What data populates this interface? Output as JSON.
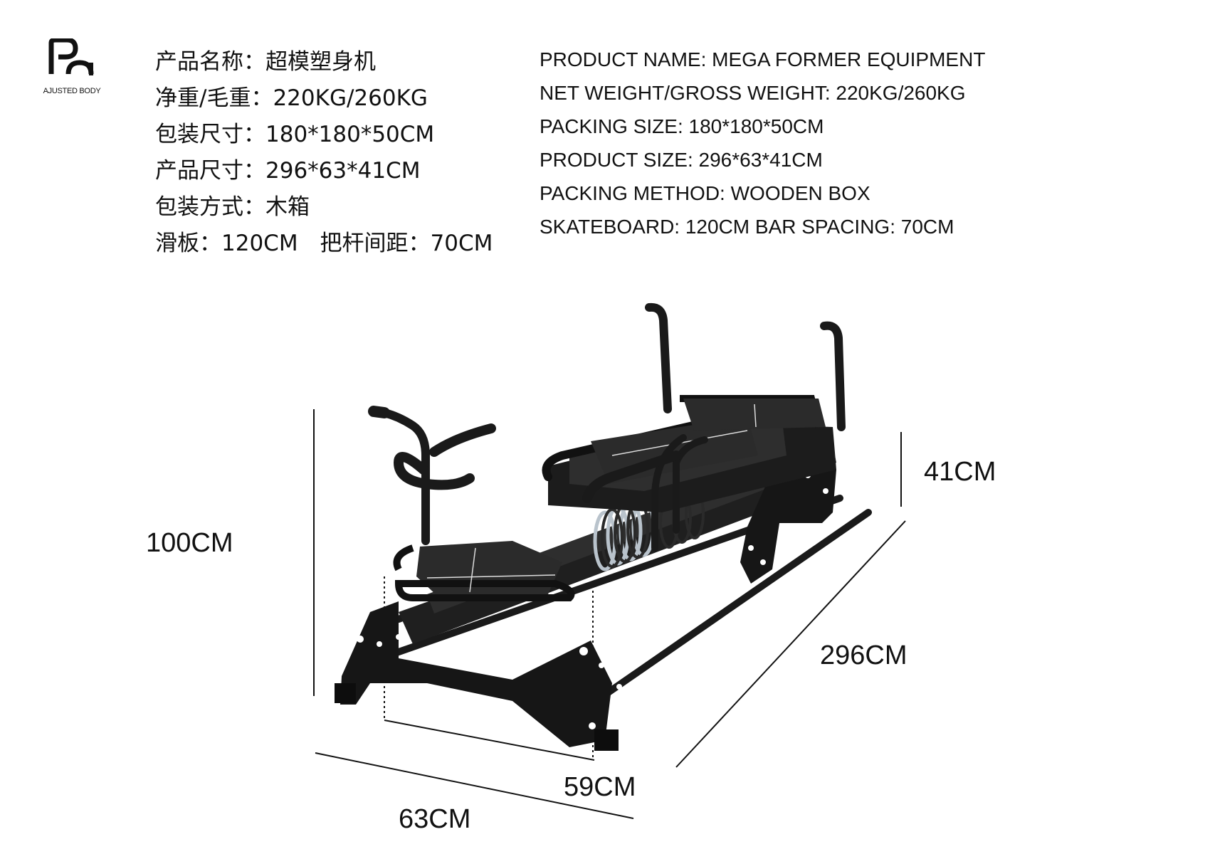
{
  "brand": {
    "name": "AJUSTED BODY"
  },
  "specs_cn": [
    "产品名称：超模塑身机",
    "净重/毛重：220KG/260KG",
    "包装尺寸：180*180*50CM",
    "产品尺寸：296*63*41CM",
    "包装方式：木箱",
    "滑板：120CM　把杆间距：70CM"
  ],
  "specs_en": [
    "PRODUCT NAME: MEGA FORMER EQUIPMENT",
    "NET WEIGHT/GROSS WEIGHT: 220KG/260KG",
    "PACKING SIZE: 180*180*50CM",
    "PRODUCT SIZE: 296*63*41CM",
    "PACKING METHOD: WOODEN BOX",
    "SKATEBOARD: 120CM BAR SPACING: 70CM"
  ],
  "dimensions": {
    "height_total": "100CM",
    "height_frame": "41CM",
    "length": "296CM",
    "width_inner": "59CM",
    "width_outer": "63CM"
  },
  "colors": {
    "frame": "#1a1a1a",
    "pad": "#2b2b2b",
    "spring": "#b9c3cc"
  }
}
